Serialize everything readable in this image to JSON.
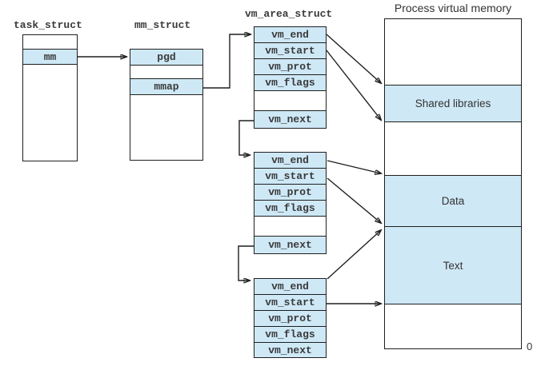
{
  "colors": {
    "region_fill": "#cee8f6",
    "line": "#1f1f1f",
    "text": "#3a3a3a",
    "background": "#ffffff"
  },
  "task_struct": {
    "title": "task_struct",
    "mm_label": "mm"
  },
  "mm_struct": {
    "title": "mm_struct",
    "pgd_label": "pgd",
    "mmap_label": "mmap"
  },
  "vm_area_struct": {
    "title": "vm_area_struct",
    "fields": [
      "vm_end",
      "vm_start",
      "vm_prot",
      "vm_flags",
      "vm_next"
    ],
    "instances": 3
  },
  "memory": {
    "title": "Process virtual memory",
    "regions": {
      "shared": "Shared libraries",
      "data": "Data",
      "text": "Text"
    },
    "origin_label": "0"
  }
}
